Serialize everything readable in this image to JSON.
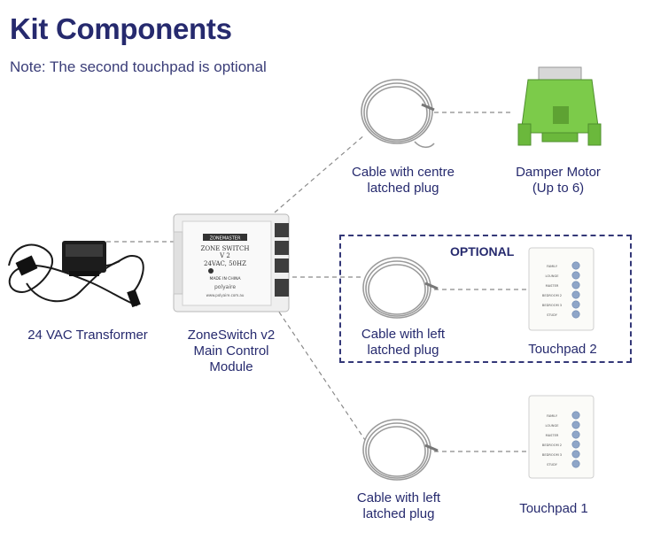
{
  "header": {
    "title": "Kit Components",
    "note": "Note: The second touchpad is optional"
  },
  "optional_label": "OPTIONAL",
  "components": {
    "transformer": "24 VAC Transformer",
    "control_module": [
      "ZoneSwitch v2",
      "Main Control",
      "Module"
    ],
    "cable_centre": [
      "Cable with centre",
      "latched plug"
    ],
    "damper_motor": [
      "Damper Motor",
      "(Up to 6)"
    ],
    "cable_left_optional": [
      "Cable with left",
      "latched plug"
    ],
    "touchpad_2": "Touchpad 2",
    "cable_left": [
      "Cable with left",
      "latched plug"
    ],
    "touchpad_1": "Touchpad 1"
  },
  "module_face": {
    "brand": "ZONEMASTER",
    "line1": "ZONE SWITCH",
    "line2": "V 2",
    "line3": "24VAC, 50HZ",
    "line4": "MADE IN CHINA",
    "line5": "polyaire",
    "line6": "www.polyaire.com.au"
  },
  "touchpad_2_buttons": [
    "FAMILY",
    "LOUNGE",
    "MASTER",
    "BEDROOM 2",
    "BEDROOM 3",
    "STUDY"
  ],
  "touchpad_1_buttons": [
    "FAMILY",
    "LOUNGE",
    "MASTER",
    "BEDROOM 2",
    "BEDROOM 3",
    "STUDY"
  ],
  "colors": {
    "heading": "#262a6e",
    "connector": "#8a8a8a",
    "damper_green": "#7ccb4a",
    "touchpad_button": "#8fa6c8"
  }
}
